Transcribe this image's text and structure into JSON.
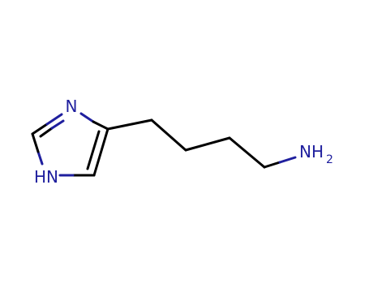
{
  "atoms": {
    "ring_n_top": "N",
    "ring_nh": "HN",
    "amine_n": "NH",
    "amine_sub": "2"
  },
  "colors": {
    "bond": "#000000",
    "heteroatom": "#1f1f9e"
  }
}
